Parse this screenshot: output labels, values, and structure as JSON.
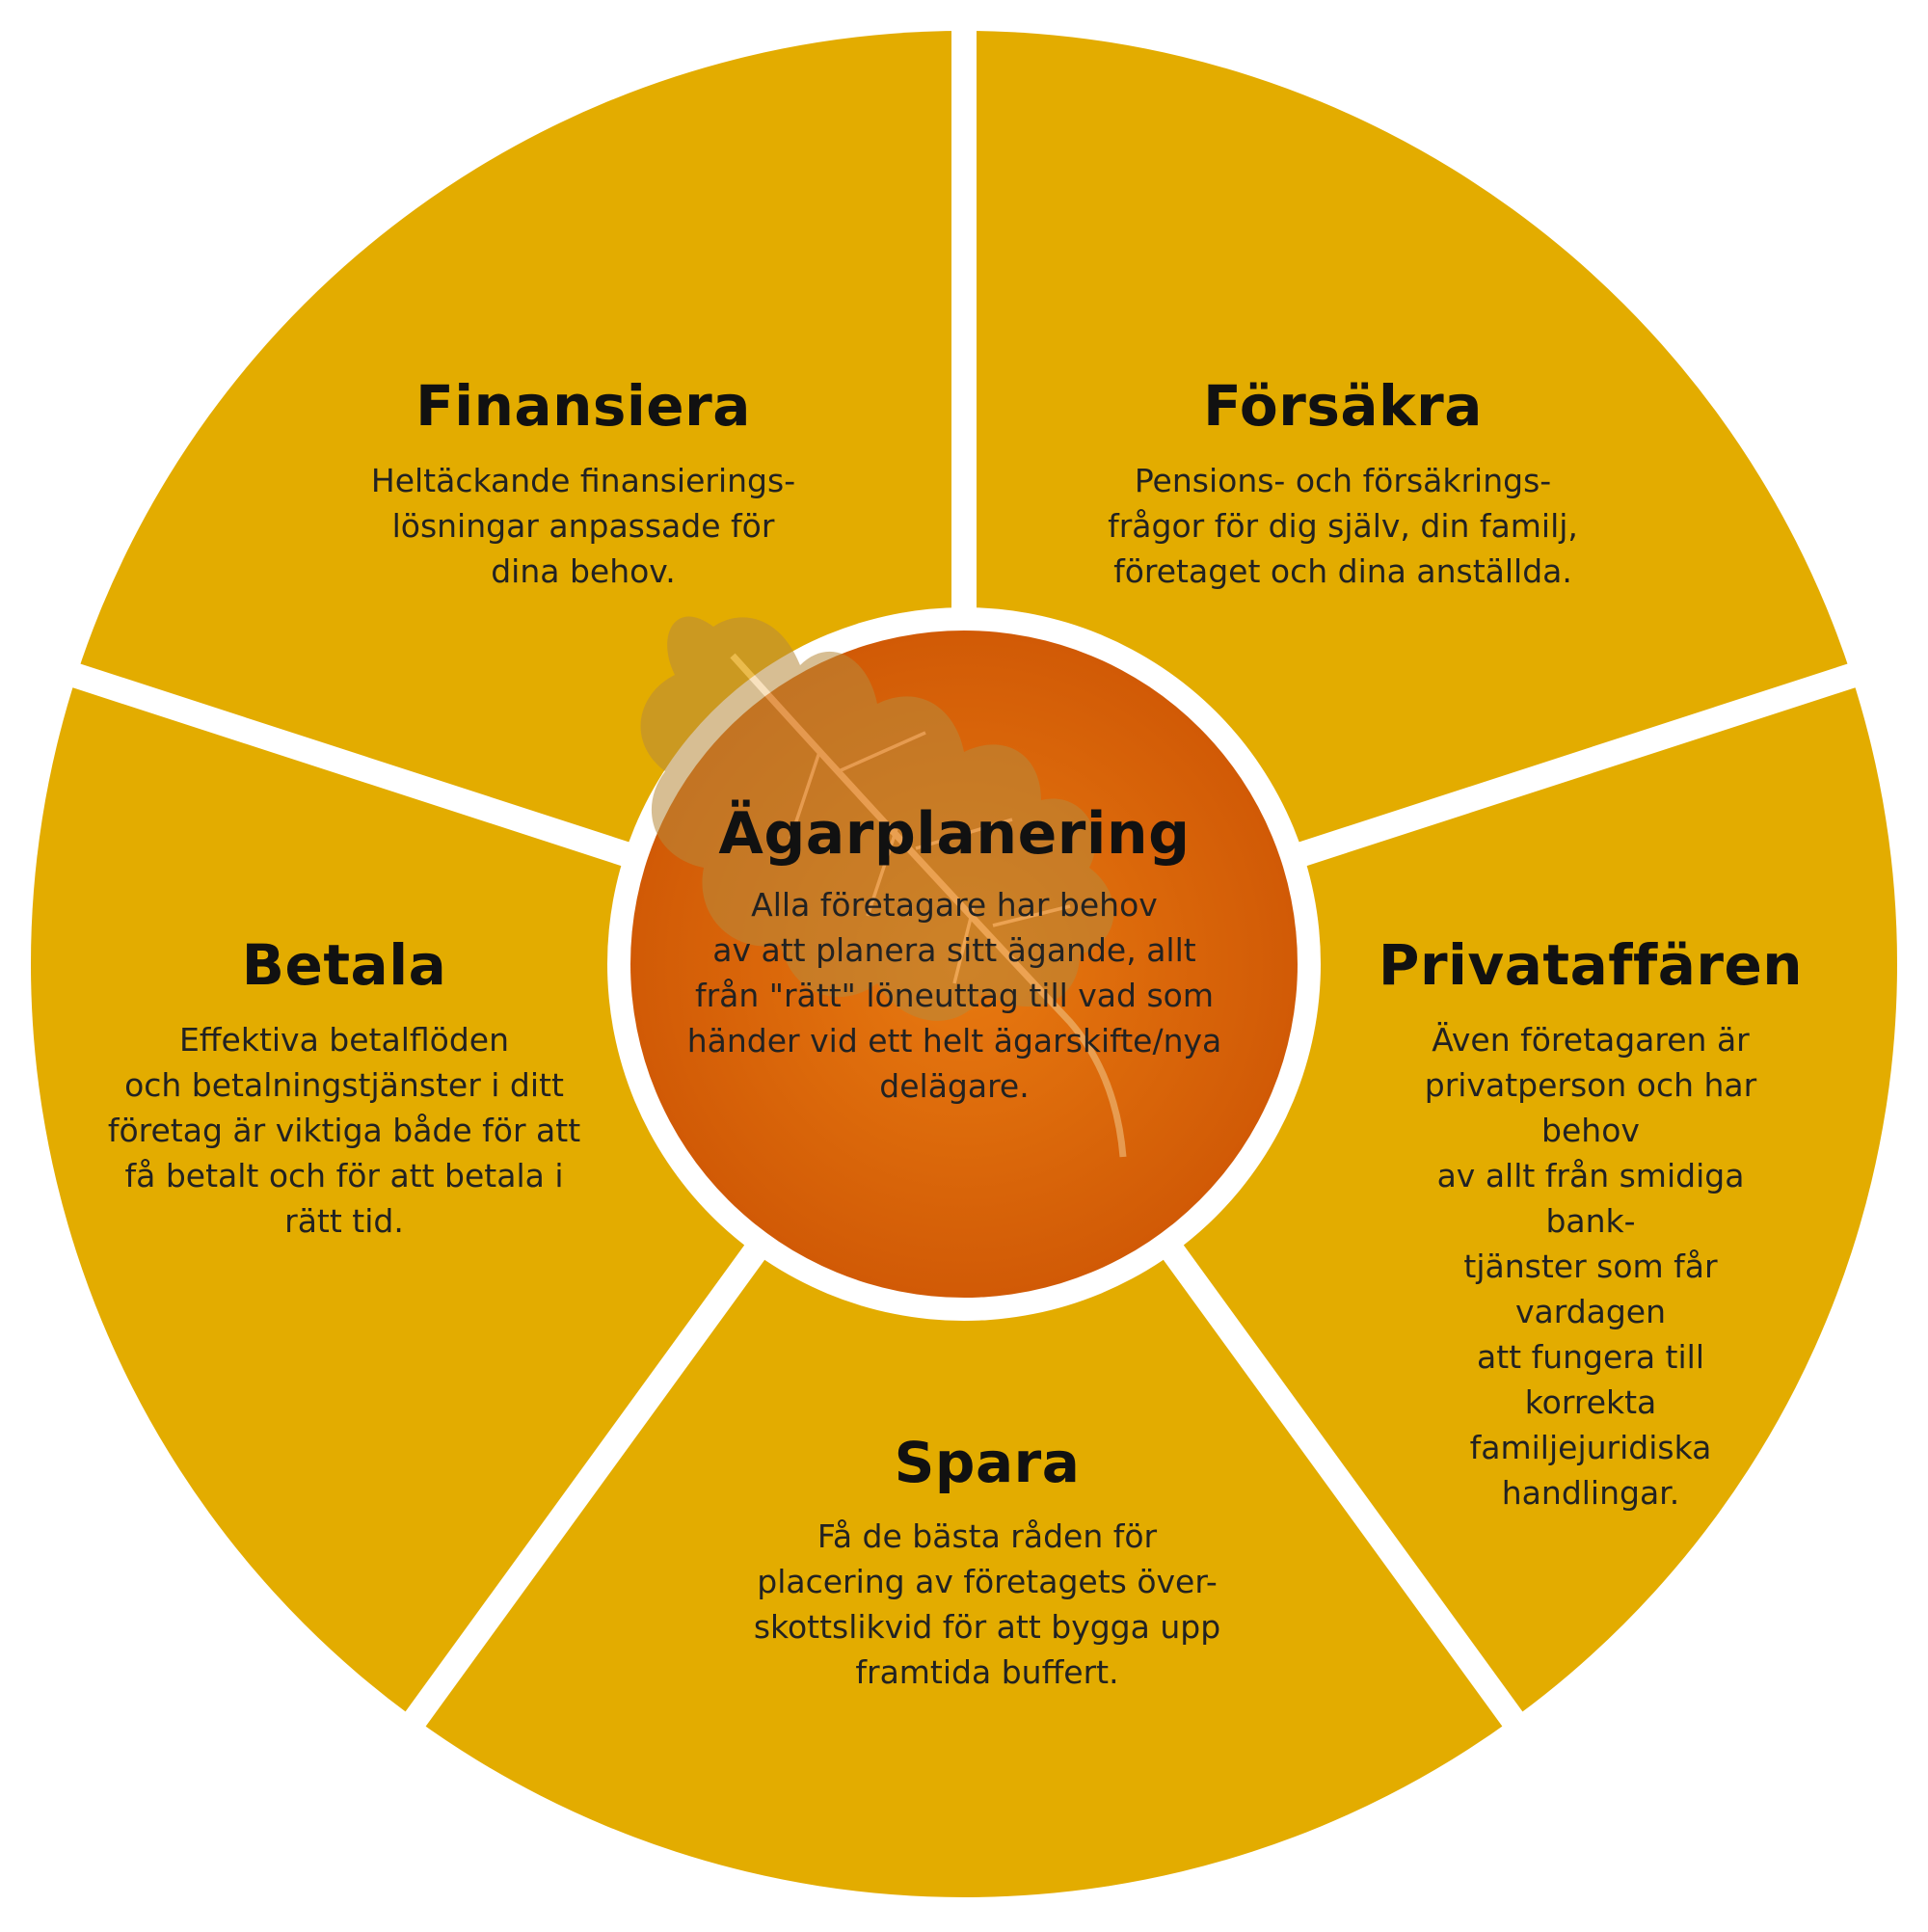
{
  "colors": {
    "segment": "#E3AC00",
    "gap": "#FFFFFF",
    "center_light": "#E87A10",
    "center_dark": "#D15A06",
    "leaf": "#B88A3C"
  },
  "center": {
    "title": "Ägarplanering",
    "description": "Alla företagare har behov\nav att planera sitt ägande, allt\nfrån \"rätt\" löneuttag till vad som\nhänder vid ett helt ägarskifte/nya\ndelägare."
  },
  "segments": [
    {
      "title": "Finansiera",
      "description": "Heltäckande finansierings-\nlösningar anpassade för\ndina behov."
    },
    {
      "title": "Försäkra",
      "description": "Pensions- och försäkrings-\nfrågor för dig själv, din familj,\nföretaget och dina anställda."
    },
    {
      "title": "Privataffären",
      "description": "Även företagaren är\nprivatperson och har behov\nav allt från smidiga bank-\ntjänster som får vardagen\natt fungera till korrekta\nfamiljejuridiska\nhandlingar."
    },
    {
      "title": "Spara",
      "description": "Få de bästa råden för\nplacering av företagets över-\nskottslikvid för att bygga upp\nframtida buffert."
    },
    {
      "title": "Betala",
      "description": "Effektiva betalflöden\noch betalningstjänster i ditt\nföretag är viktiga både för att\nfå betalt och för att betala i\nrätt tid."
    }
  ],
  "icons": {
    "leaf": "oak-leaf-icon"
  }
}
